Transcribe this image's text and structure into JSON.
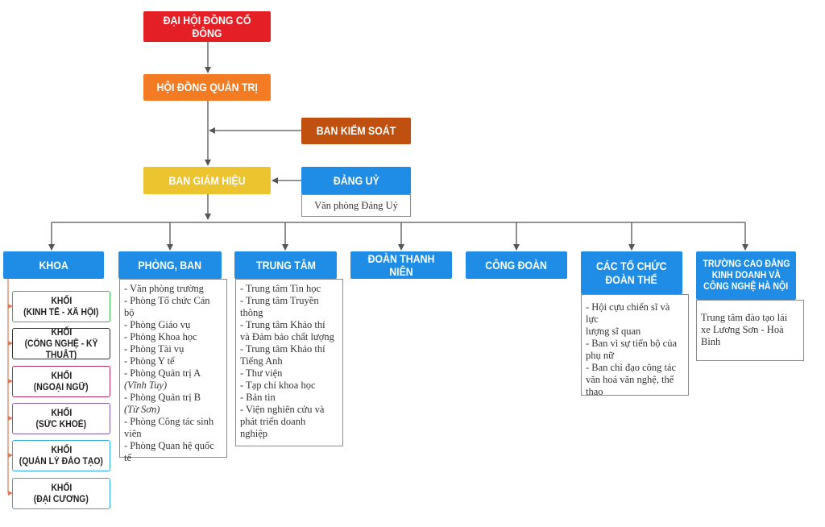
{
  "colors": {
    "red": "#e41f26",
    "orange": "#f37b24",
    "brown": "#c0500f",
    "yellow": "#ecc42f",
    "blue": "#1f8de6",
    "line": "#555555"
  },
  "top": {
    "general_meeting": "ĐẠI HỘI ĐỒNG CỔ ĐÔNG",
    "board": "HỘI ĐỒNG QUẢN TRỊ",
    "supervisory": "BAN KIỂM SOÁT",
    "rectorate": "BAN GIÁM HIỆU",
    "party": "ĐẢNG UỶ",
    "party_office": "Văn phòng Đảng Uỷ"
  },
  "units": {
    "khoa": "KHOA",
    "phong_ban": "PHÒNG, BAN",
    "trung_tam": "TRUNG TÂM",
    "doan_thanh_nien": "ĐOÀN THANH NIÊN",
    "cong_doan": "CÔNG ĐOÀN",
    "to_chuc_line1": "CÁC TỔ CHỨC",
    "to_chuc_line2": "ĐOÀN THỂ",
    "truong_line1": "TRƯỜNG CAO ĐẲNG",
    "truong_line2": "KINH DOANH VÀ",
    "truong_line3": "CÔNG NGHỆ HÀ NỘI"
  },
  "khoi": [
    {
      "line1": "KHỐI",
      "line2": "(KINH TẾ - XÃ HỘI)",
      "color": "#3bb54a"
    },
    {
      "line1": "KHỐI",
      "line2": "(CÔNG NGHỆ - KỸ THUẬT)",
      "color": "#333333"
    },
    {
      "line1": "KHỐI",
      "line2": "(NGOẠI NGỮ)",
      "color": "#b5285a"
    },
    {
      "line1": "KHỐI",
      "line2": "(SỨC KHOẺ)",
      "color": "#7d5ba6"
    },
    {
      "line1": "KHỐI",
      "line2": "(QUẢN LÝ ĐÀO TẠO)",
      "color": "#29abe2"
    },
    {
      "line1": "KHỐI",
      "line2": "(ĐẠI CƯƠNG)",
      "color": "#29abe2"
    }
  ],
  "phong_ban_items": [
    "- Văn phòng trường",
    "- Phòng Tổ chức Cán bộ",
    "- Phòng Giáo vụ",
    "- Phòng Khoa học",
    "- Phòng Tài vụ",
    "- Phòng Y tế",
    "- Phòng Quản trị A",
    "(Vĩnh Tuy)",
    "- Phòng Quản trị B",
    "(Từ Sơn)",
    "- Phòng Công tác sinh",
    "viên",
    "- Phòng Quan hệ quốc",
    "tế"
  ],
  "trung_tam_items": [
    "- Trung tâm Tin học",
    "- Trung tâm Truyền",
    "thông",
    "- Trung tâm Khảo thí",
    "và Đảm bảo chất lượng",
    "- Trung tâm Khảo thí",
    "Tiếng Anh",
    "- Thư viện",
    "- Tạp chí khoa học",
    "- Bản tin",
    "- Viện nghiên cứu và",
    "phát triển doanh",
    "nghiệp"
  ],
  "to_chuc_items": [
    "- Hội cựu chiến sĩ và lực",
    "lượng sĩ quan",
    "- Ban vì sự tiến bộ của",
    "phụ nữ",
    "- Ban chỉ đạo công tác",
    "văn hoá văn nghệ, thể",
    "thao"
  ],
  "truong_items": [
    "Trung tâm đào tạo lái",
    "xe Lương Sơn - Hoà",
    "Bình"
  ]
}
